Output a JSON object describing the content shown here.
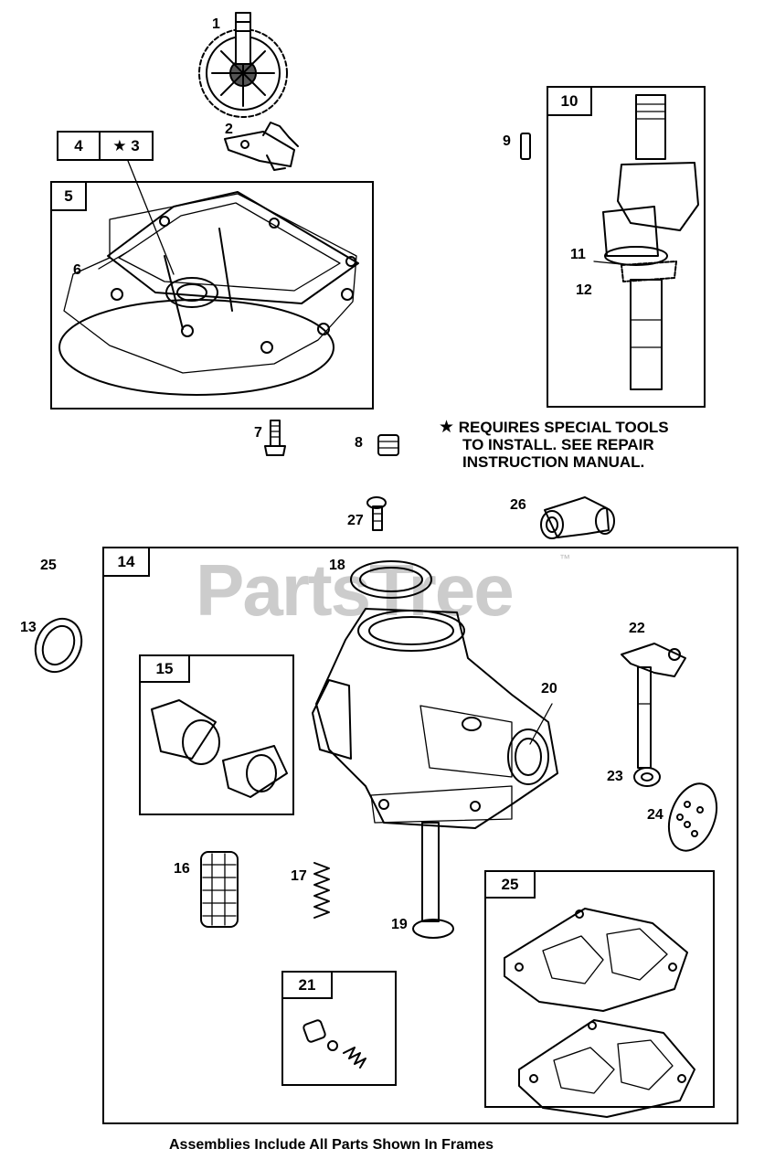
{
  "watermark": "PartsTree",
  "trademark": "™",
  "note": {
    "star": "★",
    "line1": "REQUIRES SPECIAL TOOLS",
    "line2": "TO INSTALL.  SEE REPAIR",
    "line3": "INSTRUCTION MANUAL."
  },
  "caption": "Assemblies Include All Parts Shown In Frames",
  "frames": {
    "f4": "4",
    "f3": "★ 3",
    "f5": "5",
    "f10": "10",
    "f14": "14",
    "f15": "15",
    "f21": "21",
    "f25": "25"
  },
  "callouts": {
    "c1": "1",
    "c2": "2",
    "c6": "6",
    "c7": "7",
    "c8": "8",
    "c9": "9",
    "c11": "11",
    "c12": "12",
    "c13": "13",
    "c16": "16",
    "c17": "17",
    "c18": "18",
    "c19": "19",
    "c20": "20",
    "c22": "22",
    "c23": "23",
    "c24": "24",
    "c25": "25",
    "c26": "26",
    "c27": "27"
  }
}
